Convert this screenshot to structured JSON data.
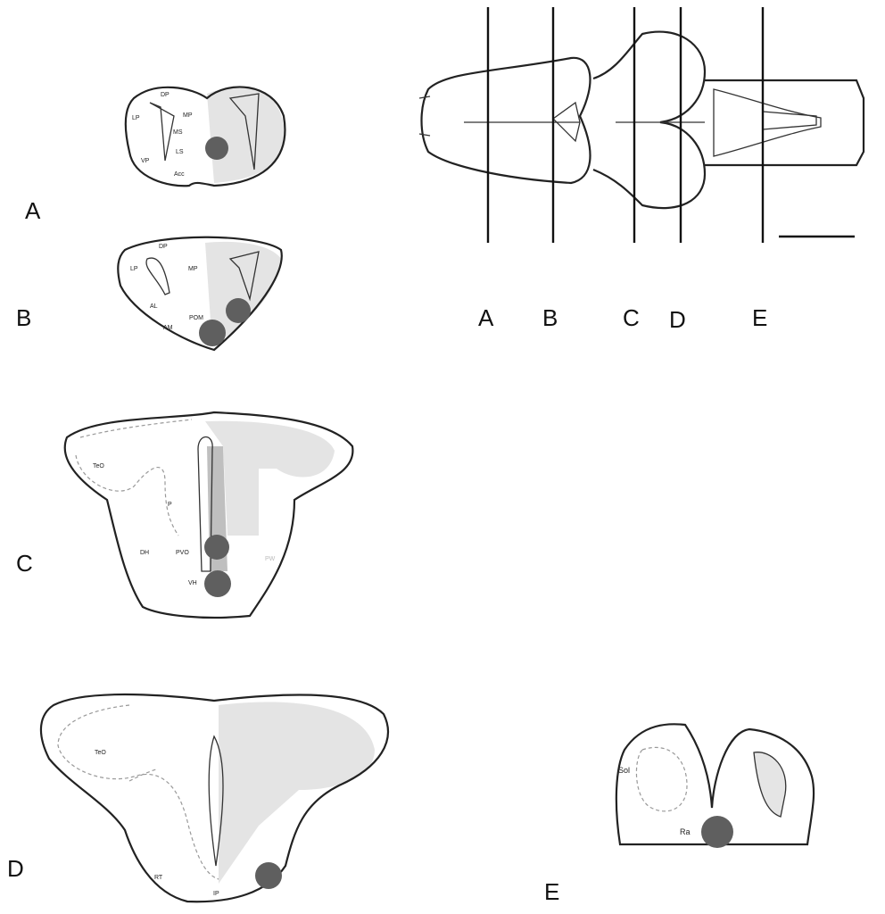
{
  "panels": {
    "A": {
      "letter": "A",
      "regions": [
        "DP",
        "LP",
        "MP",
        "MS",
        "LS",
        "VP",
        "Acc"
      ]
    },
    "B": {
      "letter": "B",
      "regions": [
        "DP",
        "LP",
        "MP",
        "AL",
        "AM",
        "POM"
      ]
    },
    "C": {
      "letter": "C",
      "regions": [
        "TeO",
        "P",
        "DH",
        "PVO",
        "VH",
        "PW"
      ]
    },
    "D": {
      "letter": "D",
      "regions": [
        "TeO",
        "RT",
        "IP"
      ]
    },
    "E": {
      "letter": "E",
      "regions": [
        "Sol",
        "Ra"
      ]
    }
  },
  "brain_overview": {
    "section_labels": [
      "A",
      "B",
      "C",
      "D",
      "E"
    ]
  },
  "colors": {
    "injection_site": "#5f5f5f",
    "outline": "#222222"
  }
}
